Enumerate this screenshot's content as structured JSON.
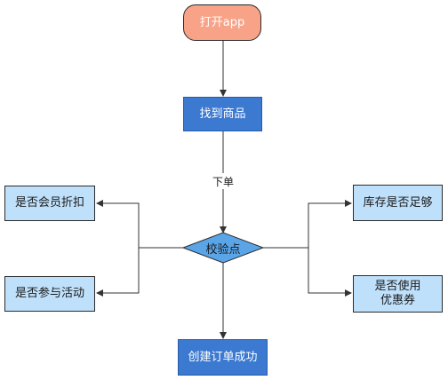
{
  "nodes": {
    "open_app": "打开app",
    "find_product": "找到商品",
    "check_point": "校验点",
    "member_discount": "是否会员折扣",
    "join_activity": "是否参与活动",
    "stock_enough": "库存是否足够",
    "use_coupon": "是否使用\n优惠券",
    "order_success": "创建订单成功"
  },
  "edges": {
    "place_order": "下单"
  },
  "colors": {
    "start_fill": "#f8a387",
    "process_fill": "#3c7ad1",
    "decision_fill": "#5aa5e8",
    "side_fill": "#bfe0fb",
    "line": "#333333"
  }
}
